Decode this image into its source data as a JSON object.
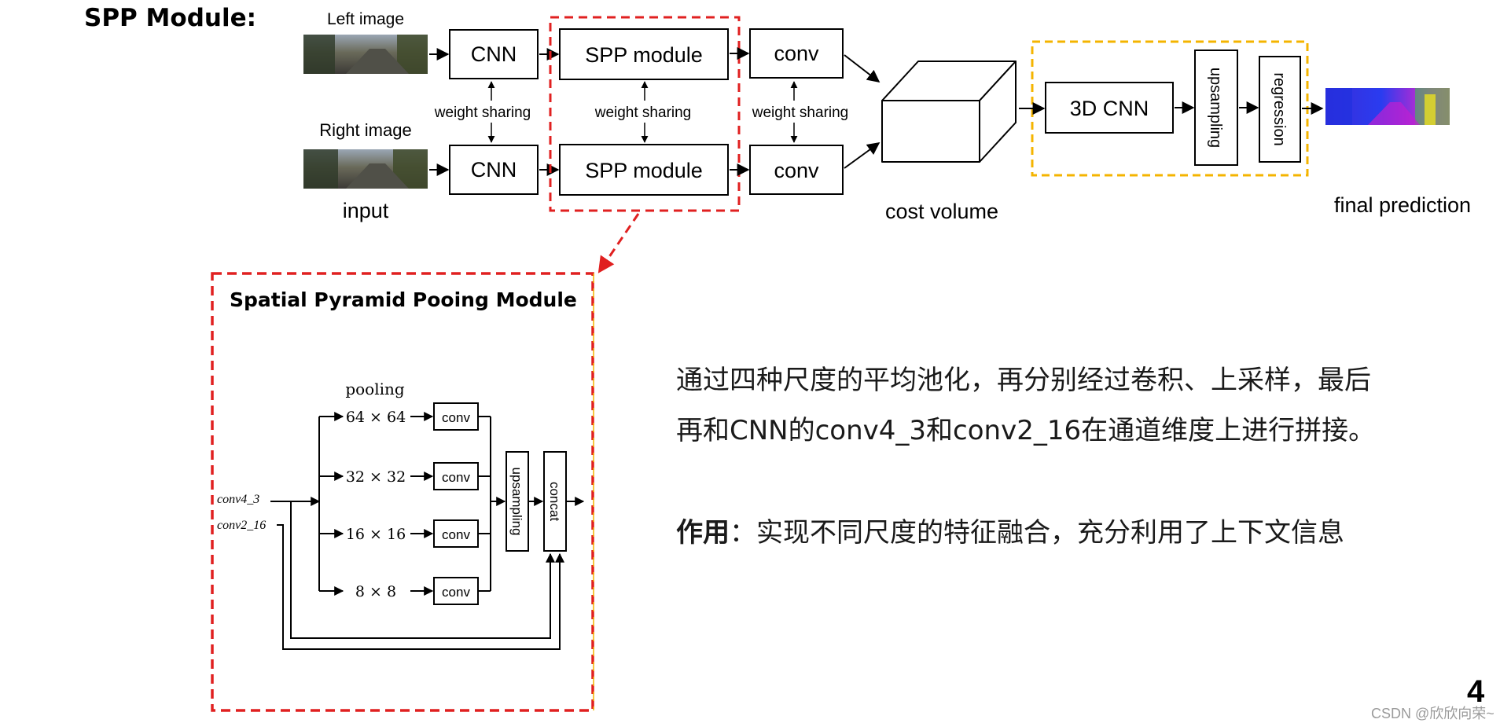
{
  "slide": {
    "title": "SPP Module:",
    "page_number": "4",
    "watermark": "CSDN @欣欣向荣~"
  },
  "pipeline": {
    "left_image_label": "Left image",
    "right_image_label": "Right image",
    "input_label": "input",
    "cnn_top": "CNN",
    "cnn_bottom": "CNN",
    "spp_top": "SPP module",
    "spp_bottom": "SPP module",
    "conv_top": "conv",
    "conv_bottom": "conv",
    "weight_sharing_1": "weight sharing",
    "weight_sharing_2": "weight sharing",
    "weight_sharing_3": "weight sharing",
    "cost_volume_label": "cost volume",
    "cnn3d": "3D CNN",
    "upsampling": "upsampling",
    "regression": "regression",
    "final_prediction": "final prediction"
  },
  "spp_detail": {
    "title": "Spatial Pyramid Pooing Module",
    "pooling_label": "pooling",
    "scales": [
      "64 × 64",
      "32 × 32",
      "16 × 16",
      "8 × 8"
    ],
    "conv_labels": [
      "conv",
      "conv",
      "conv",
      "conv"
    ],
    "upsampling": "upsampling",
    "concat": "concat",
    "input_a": "conv4_3",
    "input_b": "conv2_16"
  },
  "description": {
    "line1": "通过四种尺度的平均池化，再分别经过卷积、上采样，最后",
    "line2": "再和CNN的conv4_3和conv2_16在通道维度上进行拼接。",
    "effect_label": "作用",
    "effect_text": "：实现不同尺度的特征融合，充分利用了上下文信息"
  },
  "colors": {
    "highlight_red": "#e02020",
    "highlight_orange": "#f4b400",
    "line": "#000000"
  }
}
